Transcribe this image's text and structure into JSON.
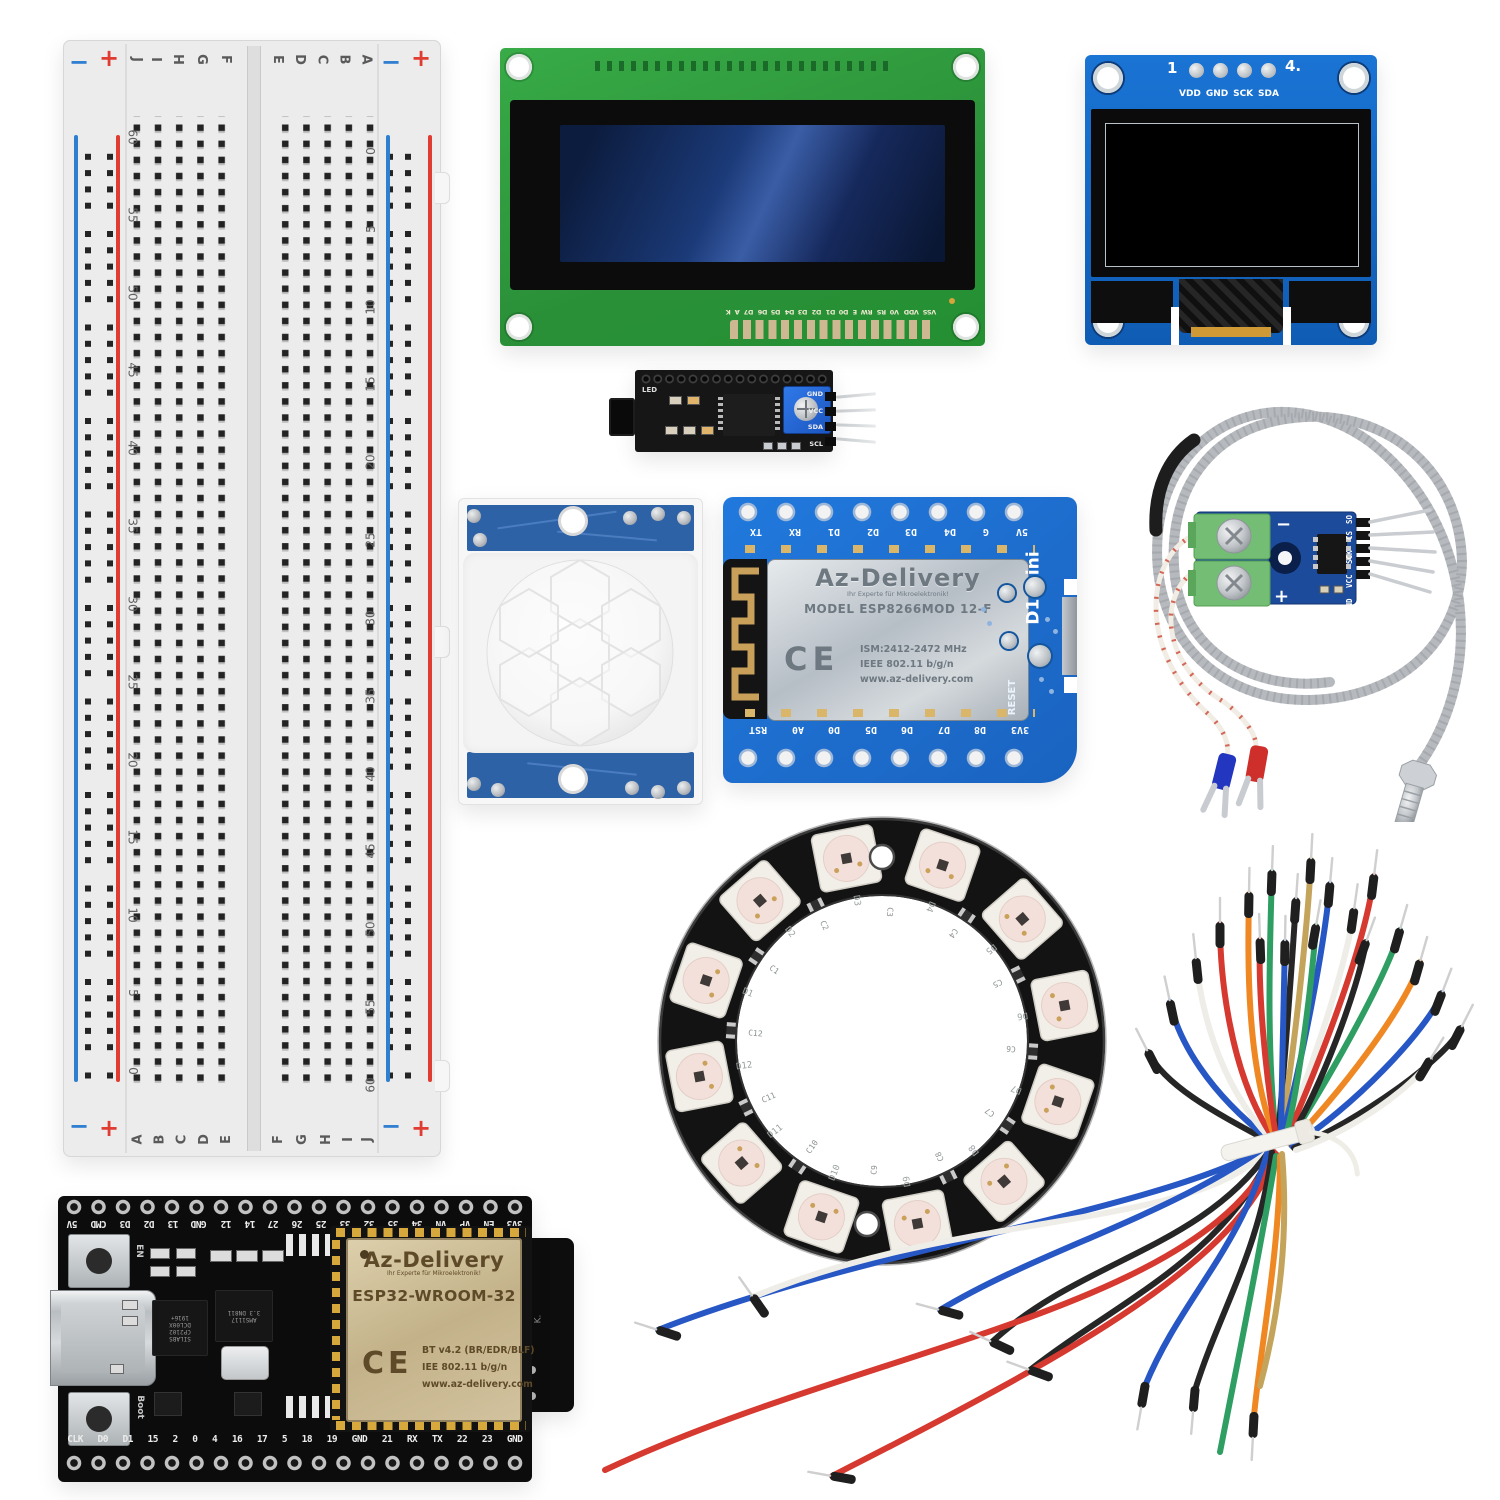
{
  "breadboard": {
    "rail_minus": "−",
    "rail_plus": "+",
    "top_letters_left": [
      "J",
      "I",
      "H",
      "G",
      "F"
    ],
    "top_letters_right": [
      "E",
      "D",
      "C",
      "B",
      "A"
    ],
    "bottom_letters_left": [
      "A",
      "B",
      "C",
      "D",
      "E"
    ],
    "bottom_letters_right": [
      "F",
      "G",
      "H",
      "I",
      "J"
    ],
    "left_numbers": [
      "60",
      "55",
      "50",
      "45",
      "40",
      "35",
      "30",
      "25",
      "20",
      "15",
      "10",
      "5",
      "0"
    ],
    "right_numbers": [
      "0",
      "5",
      "10",
      "15",
      "20",
      "25",
      "30",
      "35",
      "40",
      "45",
      "50",
      "55",
      "60"
    ]
  },
  "lcd": {
    "pin_labels": [
      "K",
      "A",
      "D7",
      "D6",
      "D5",
      "D4",
      "D3",
      "D2",
      "D1",
      "D0",
      "E",
      "RW",
      "RS",
      "V0",
      "VDD",
      "VSS"
    ]
  },
  "oled": {
    "pin_first": "1",
    "pin_last": "4.",
    "pin_labels": [
      "VDD",
      "GND",
      "SCK",
      "SDA"
    ]
  },
  "i2c_backpack": {
    "led_label": "LED",
    "pin_labels": [
      "GND",
      "VCC",
      "SDA",
      "SCL"
    ]
  },
  "d1_mini": {
    "brand": "Az-Delivery",
    "tagline": "Ihr Experte für Mikroelektronik!",
    "model": "MODEL ESP8266MOD 12-F",
    "ce": "CE",
    "ism": "ISM:2412-2472 MHz",
    "ieee": "IEEE 802.11 b/g/n",
    "website": "www.az-delivery.com",
    "board_name": "D1 mini",
    "reset_label": "RESET",
    "top_pins": [
      "TX",
      "RX",
      "D1",
      "D2",
      "D3",
      "D4",
      "G",
      "5V"
    ],
    "bottom_pins": [
      "RST",
      "A0",
      "D0",
      "D5",
      "D6",
      "D7",
      "D8",
      "3V3"
    ]
  },
  "max6675": {
    "pin_labels": [
      "SO",
      "CS",
      "SCK",
      "VCC",
      "GND"
    ],
    "terminal_minus": "−",
    "terminal_plus": "+"
  },
  "neopixel": {
    "d_labels": [
      "D1",
      "D2",
      "D3",
      "D4",
      "D5",
      "D6",
      "D7",
      "D8",
      "D9",
      "D10",
      "D11",
      "D12"
    ],
    "c_labels": [
      "C1",
      "C2",
      "C3",
      "C4",
      "C5",
      "C6",
      "C7",
      "C8",
      "C9",
      "C10",
      "C11",
      "C12"
    ]
  },
  "esp32": {
    "brand": "Az-Delivery",
    "tagline": "Ihr Experte für Mikroelektronik!",
    "model": "ESP32-WROOM-32",
    "ce": "CE",
    "bt": "BT v4.2 (BR/EDR/BLF)",
    "ieee": "IEE 802.11 b/g/n",
    "website": "www.az-delivery.com",
    "en_label": "EN",
    "boot_label": "Boot",
    "k_label": "K.",
    "usb_chip_lines": [
      "SILABS",
      "CP2102",
      "DCL00X",
      "1916+"
    ],
    "regulator_lines": [
      "AMS1117",
      "3.3 DN811"
    ],
    "top_pins": [
      "5V",
      "CMD",
      "D3",
      "D2",
      "13",
      "GND",
      "12",
      "14",
      "27",
      "26",
      "25",
      "33",
      "32",
      "35",
      "34",
      "VN",
      "VP",
      "EN",
      "3V3"
    ],
    "bottom_pins": [
      "CLK",
      "D0",
      "D1",
      "15",
      "2",
      "0",
      "4",
      "16",
      "17",
      "5",
      "18",
      "19",
      "GND",
      "21",
      "RX",
      "TX",
      "22",
      "23",
      "GND"
    ]
  },
  "colors": {
    "rail_red": "#e03c31",
    "rail_blue": "#2f7fd0",
    "lcd_pcb_green": "#2f9e41",
    "lcd_screen_blue": "#16306e",
    "oled_pcb_blue": "#1266c8",
    "d1_pcb_blue": "#1b6ed0",
    "pir_pcb_blue": "#2e62a6",
    "max_pcb_blue": "#1c4b9b",
    "max_terminal_green": "#6cb96f",
    "esp32_shield_tan": "#cdbd9a",
    "wire_red": "#d6392f",
    "wire_blue": "#2757c4",
    "wire_green": "#2f9e62",
    "wire_orange": "#ef8722",
    "wire_white": "#efede8",
    "wire_black": "#262626",
    "wire_tan": "#c4a35a"
  }
}
